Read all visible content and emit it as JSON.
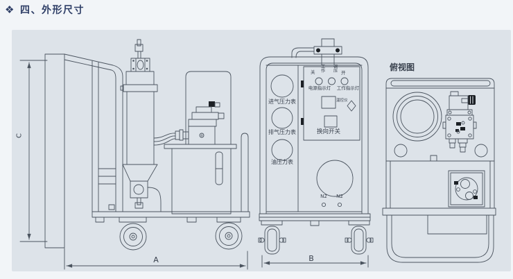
{
  "page": {
    "title_icon": "❖",
    "title": "四、外形尺寸"
  },
  "diagram": {
    "dimensions": {
      "a": "A",
      "b": "B",
      "c": "C"
    },
    "front_view": {
      "gauges": [
        "进气压力表",
        "排气压力表",
        "油压力表"
      ],
      "controls": {
        "off": "关",
        "work": "工作",
        "regulate": "调压",
        "on": "开"
      },
      "indicators": {
        "power": "电源指示灯",
        "work": "工作指示灯"
      },
      "temp_controller": "温控仪",
      "reversing_switch": "换向开关",
      "n2_labels": [
        "N2",
        "N2"
      ]
    },
    "top_view": {
      "label": "俯视图"
    }
  },
  "colors": {
    "page_bg": "#f2f5f8",
    "panel_bg": "#dde3e9",
    "line": "#4a535e",
    "accent": "#2e3e66",
    "text": "#39414d"
  }
}
